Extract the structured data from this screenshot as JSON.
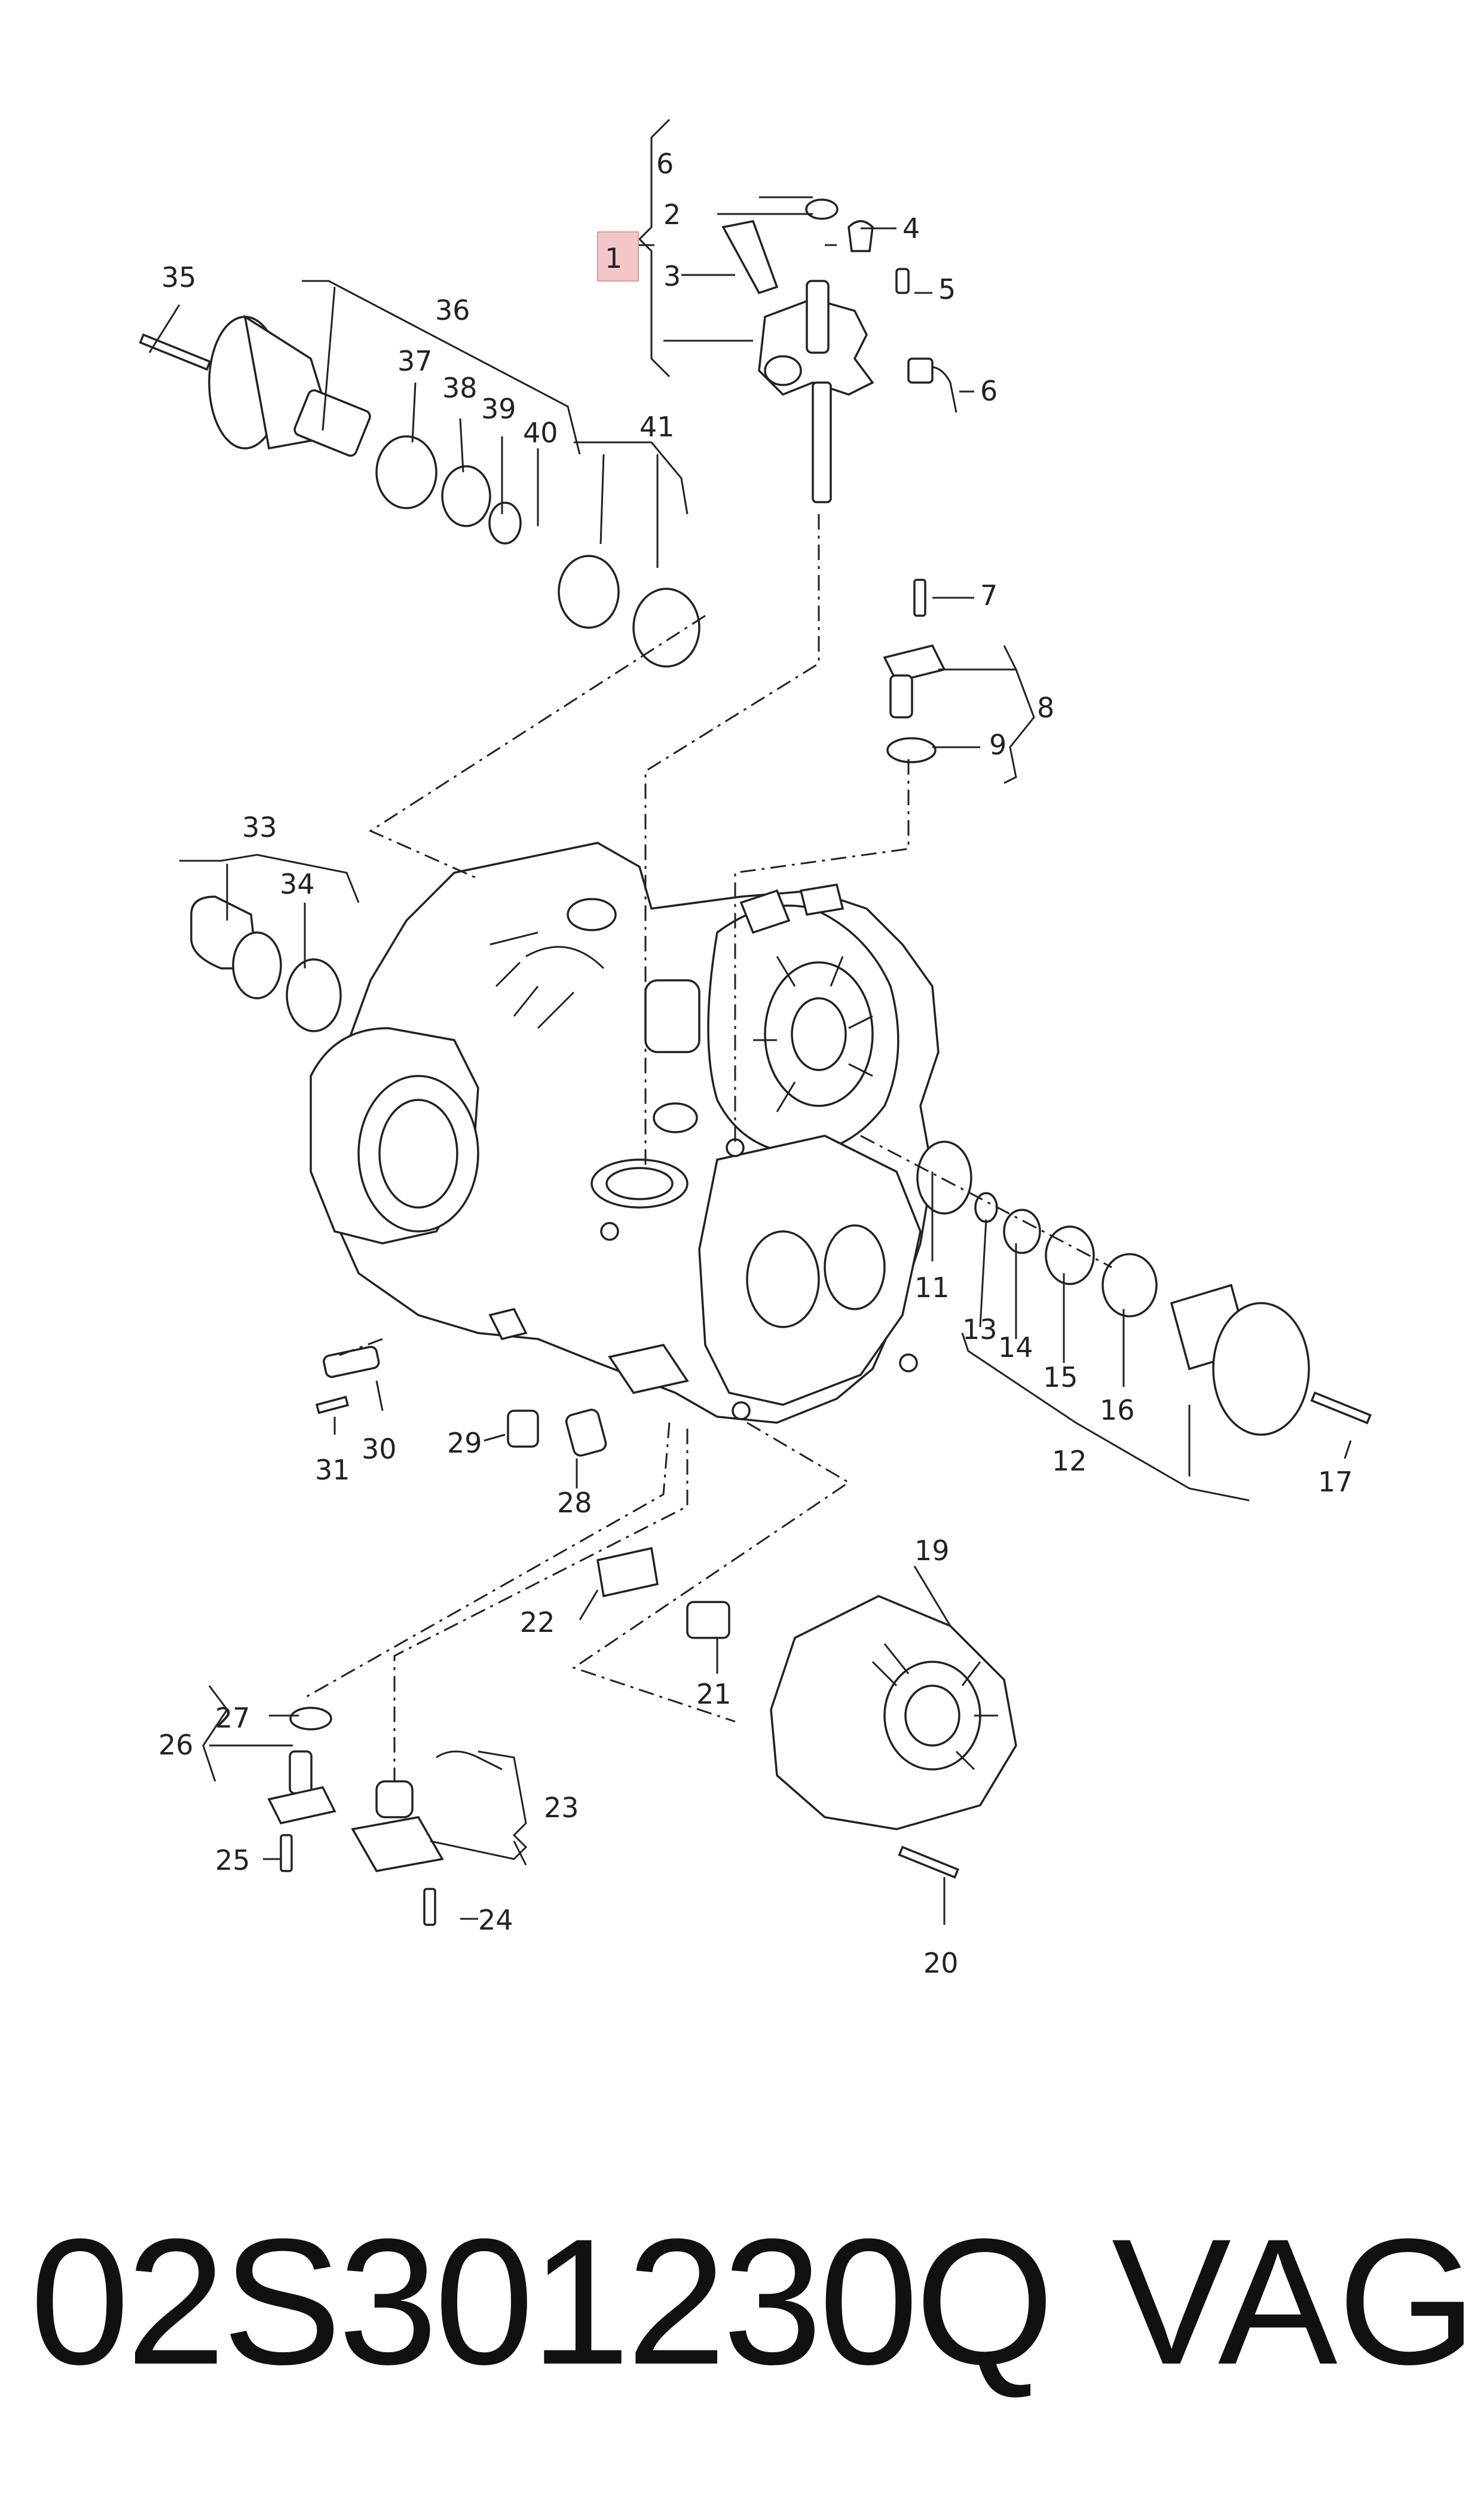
{
  "diagram": {
    "callouts": [
      "1",
      "2",
      "3",
      "4",
      "5",
      "6",
      "6",
      "7",
      "8",
      "9",
      "11",
      "12",
      "13",
      "14",
      "15",
      "16",
      "17",
      "19",
      "20",
      "21",
      "22",
      "23",
      "24",
      "25",
      "26",
      "27",
      "28",
      "29",
      "30",
      "31",
      "33",
      "34",
      "35",
      "36",
      "37",
      "38",
      "39",
      "40",
      "41"
    ],
    "highlighted_callout": "1",
    "highlight_color": "#f3c6c8"
  },
  "footer": {
    "part_number": "02S301230Q",
    "brand": "VAG"
  }
}
